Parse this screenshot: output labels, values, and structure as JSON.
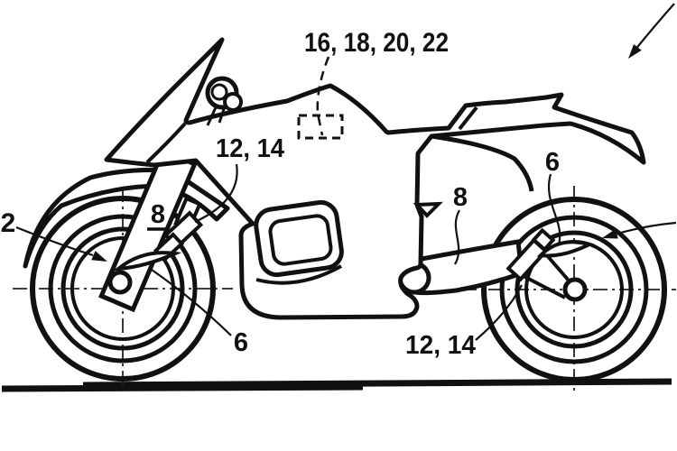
{
  "figure": {
    "kind": "patent line drawing",
    "subject": "motorcycle side view with suspension reference numerals",
    "background_color": "#ffffff",
    "line_color": "#111111"
  },
  "labels": {
    "assembly_group": "16, 18, 20, 22",
    "front_actuator_group": "12, 14",
    "rear_actuator_group": "12, 14",
    "front_carrier": "8",
    "rear_carrier": "8",
    "front_lever": "6",
    "rear_lever": "6",
    "vehicle": "2"
  }
}
